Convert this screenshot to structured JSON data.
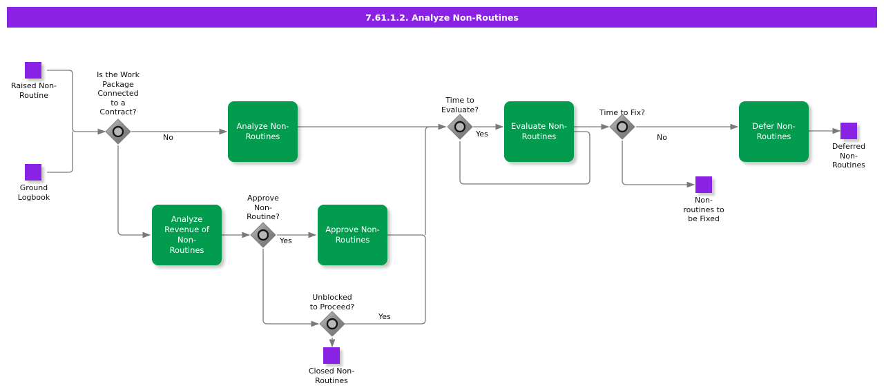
{
  "header": {
    "title": "7.61.1.2. Analyze Non-Routines",
    "background_color": "#8A22E3",
    "text_color": "#FFFFFF"
  },
  "theme": {
    "task_fill": "#039B4E",
    "task_text": "#FFFFFF",
    "event_fill": "#8A22E3",
    "gateway_fill": "#808080",
    "gateway_ring": "#1A1A1A",
    "connector": "#7A7A7A",
    "canvas": "#FFFFFF"
  },
  "diagram": {
    "type": "bpmn-process-flow",
    "events": [
      {
        "id": "ev_raised",
        "label": "Raised Non-\nRoutine",
        "kind": "start"
      },
      {
        "id": "ev_ground",
        "label": "Ground\nLogbook",
        "kind": "start"
      },
      {
        "id": "ev_deferred",
        "label": "Deferred\nNon-\nRoutines",
        "kind": "end"
      },
      {
        "id": "ev_tofix",
        "label": "Non-\nroutines to\nbe Fixed",
        "kind": "end"
      },
      {
        "id": "ev_closed",
        "label": "Closed Non-\nRoutines",
        "kind": "end"
      }
    ],
    "tasks": [
      {
        "id": "t_analyze",
        "label": "Analyze Non-\nRoutines"
      },
      {
        "id": "t_evaluate",
        "label": "Evaluate Non-\nRoutines"
      },
      {
        "id": "t_defer",
        "label": "Defer Non-\nRoutines"
      },
      {
        "id": "t_revenue",
        "label": "Analyze\nRevenue of Non-\nRoutines"
      },
      {
        "id": "t_approve",
        "label": "Approve Non-\nRoutines"
      }
    ],
    "gateways": [
      {
        "id": "g_contract",
        "label": "Is the Work\nPackage\nConnected\nto a\nContract?"
      },
      {
        "id": "g_evaluate",
        "label": "Time to\nEvaluate?"
      },
      {
        "id": "g_fix",
        "label": "Time to Fix?"
      },
      {
        "id": "g_approve",
        "label": "Approve\nNon-\nRoutine?"
      },
      {
        "id": "g_unblocked",
        "label": "Unblocked\nto Proceed?"
      }
    ],
    "flow_labels": [
      {
        "id": "fl_no_contract",
        "text": "No"
      },
      {
        "id": "fl_yes_evaluate",
        "text": "Yes"
      },
      {
        "id": "fl_no_fix",
        "text": "No"
      },
      {
        "id": "fl_yes_approve",
        "text": "Yes"
      },
      {
        "id": "fl_yes_unblock",
        "text": "Yes"
      }
    ]
  }
}
